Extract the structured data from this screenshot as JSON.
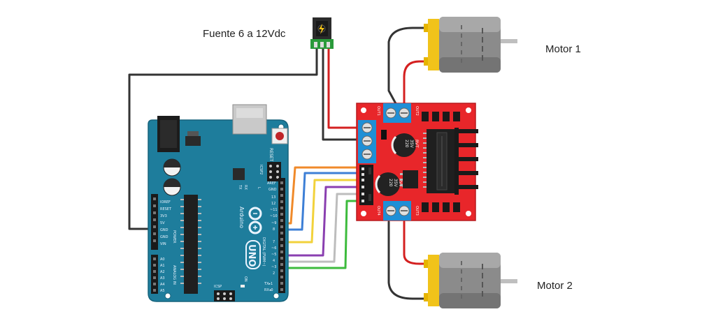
{
  "labels": {
    "power_source": "Fuente 6 a 12Vdc",
    "motor_1": "Motor 1",
    "motor_2": "Motor 2"
  },
  "arduino": {
    "brand": "Arduino",
    "model": "UNO",
    "on_label": "ON",
    "icsp_label": "ICSP",
    "icsp2_label": "ICSP2",
    "reset_label": "RESET",
    "tx_label": "TX",
    "rx_label": "RX",
    "l_label": "L",
    "aref_label": "AREF",
    "gnd_label": "GND",
    "digital_label": "DIGITAL (PWM~)",
    "power_label": "POWER",
    "analog_label": "ANALOG IN",
    "power_pins": [
      "IOREF",
      "RESET",
      "3V3",
      "5V",
      "GND",
      "GND",
      "VIN"
    ],
    "analog_pins": [
      "A0",
      "A1",
      "A2",
      "A3",
      "A4",
      "A5"
    ],
    "digital_pins": [
      "13",
      "12",
      "~11",
      "~10",
      "~9",
      "8",
      "7",
      "~6",
      "~5",
      "4",
      "~3",
      "2",
      "TX▸1",
      "RX◂0"
    ]
  },
  "driver": {
    "capacitor_text": [
      "220",
      "35V",
      "RVT"
    ],
    "out_labels": [
      "OUT1",
      "OUT2",
      "OUT3",
      "OUT4"
    ]
  },
  "colors": {
    "arduino_board": "#1e7d9c",
    "driver_board": "#e8262a",
    "terminal_block": "#1f8fd6",
    "motor_body": "#8b8b8b",
    "motor_cap": "#f1c31a",
    "wire_orange": "#f08a2a",
    "wire_blue": "#3d7fd6",
    "wire_yellow": "#f2d23b",
    "wire_purple": "#8a3fb0",
    "wire_gray": "#bdbdbd",
    "wire_green": "#3dbb3d",
    "wire_red": "#d42020",
    "wire_black": "#333333"
  }
}
